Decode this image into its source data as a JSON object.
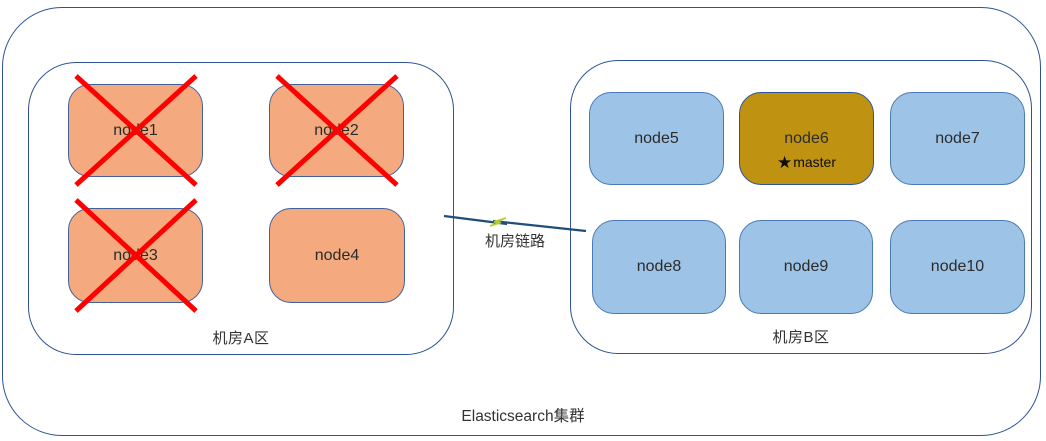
{
  "title": "Elasticsearch集群",
  "link": {
    "label": "机房链路",
    "state": "broken"
  },
  "zones": [
    {
      "id": "A",
      "label": "机房A区",
      "nodes": [
        {
          "label": "node1",
          "crossed_out": true
        },
        {
          "label": "node2",
          "crossed_out": true
        },
        {
          "label": "node3",
          "crossed_out": true
        },
        {
          "label": "node4",
          "crossed_out": false
        }
      ]
    },
    {
      "id": "B",
      "label": "机房B区",
      "nodes": [
        {
          "label": "node5",
          "crossed_out": false
        },
        {
          "label": "node6",
          "crossed_out": false,
          "is_master": true,
          "master_icon": "★",
          "master_label": "master"
        },
        {
          "label": "node7",
          "crossed_out": false
        },
        {
          "label": "node8",
          "crossed_out": false
        },
        {
          "label": "node9",
          "crossed_out": false
        },
        {
          "label": "node10",
          "crossed_out": false
        }
      ]
    }
  ],
  "colors": {
    "zone_a_node_fill": "#F4A97E",
    "zone_b_node_fill": "#9DC3E6",
    "master_node_fill": "#BF9211",
    "failure_cross": "#FE0000",
    "boundary_outline": "#2E5395",
    "link_line": "#1F4E79",
    "link_break": "#B9CC33"
  }
}
